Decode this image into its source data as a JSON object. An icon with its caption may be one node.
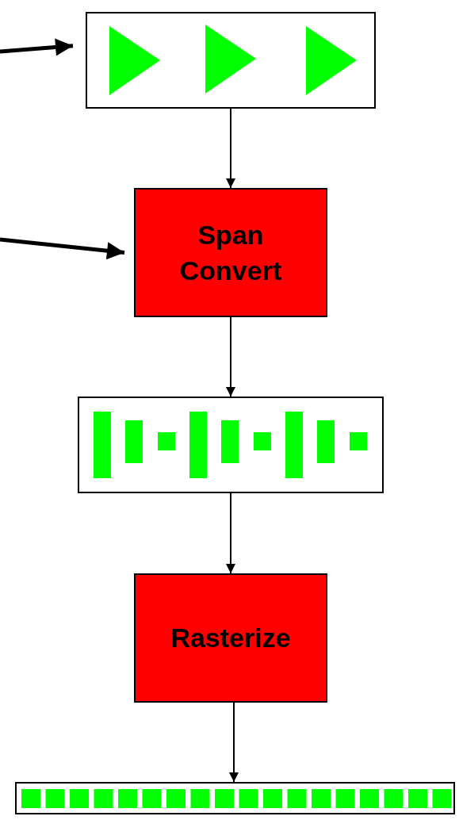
{
  "diagram": {
    "nodes": [
      {
        "text": [],
        "shape": "box"
      },
      {
        "text": [
          "Span Convert"
        ]
      },
      {
        "text": [],
        "shape": "box"
      },
      {
        "text": [
          "Rasterize"
        ]
      },
      {
        "text": [],
        "shape": "box"
      }
    ],
    "edges": [
      {
        "from": null,
        "to": 0,
        "arrow": "to",
        "style": "thick"
      },
      {
        "from": null,
        "to": 1,
        "arrow": "to",
        "style": "thick"
      },
      {
        "from": 0,
        "to": 1,
        "arrow": "to"
      },
      {
        "from": 1,
        "to": 2,
        "arrow": "to"
      },
      {
        "from": 2,
        "to": 3,
        "arrow": "to"
      },
      {
        "from": 3,
        "to": 4,
        "arrow": "to"
      }
    ]
  }
}
